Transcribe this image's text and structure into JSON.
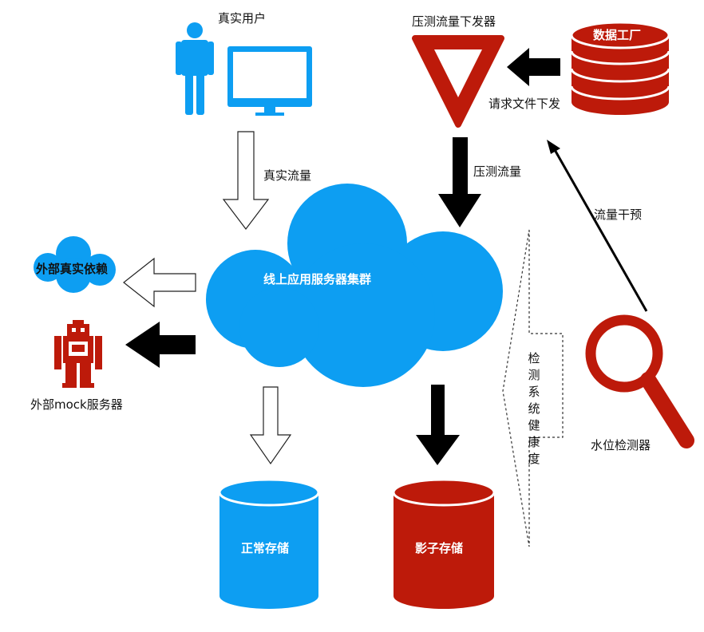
{
  "colors": {
    "blue": "#0d9ef2",
    "red": "#bd1a0a",
    "black": "#000000"
  },
  "nodes": {
    "real_user": "真实用户",
    "pressure_sender": "压测流量下发器",
    "data_factory": "数据工厂",
    "cluster": "线上应用服务器集群",
    "external_dep": "外部真实依赖",
    "mock_server": "外部mock服务器",
    "normal_storage": "正常存储",
    "shadow_storage": "影子存储",
    "water_detector": "水位检测器",
    "health": "检测系统健康度"
  },
  "edges": {
    "real_traffic": "真实流量",
    "pressure_traffic": "压测流量",
    "request_file": "请求文件下发",
    "traffic_intervene": "流量干预"
  },
  "icons": [
    "user-icon",
    "monitor-icon",
    "yield-sign-icon",
    "database-icon",
    "cloud-icon",
    "robot-icon",
    "magnifier-icon",
    "cylinder-icon"
  ]
}
